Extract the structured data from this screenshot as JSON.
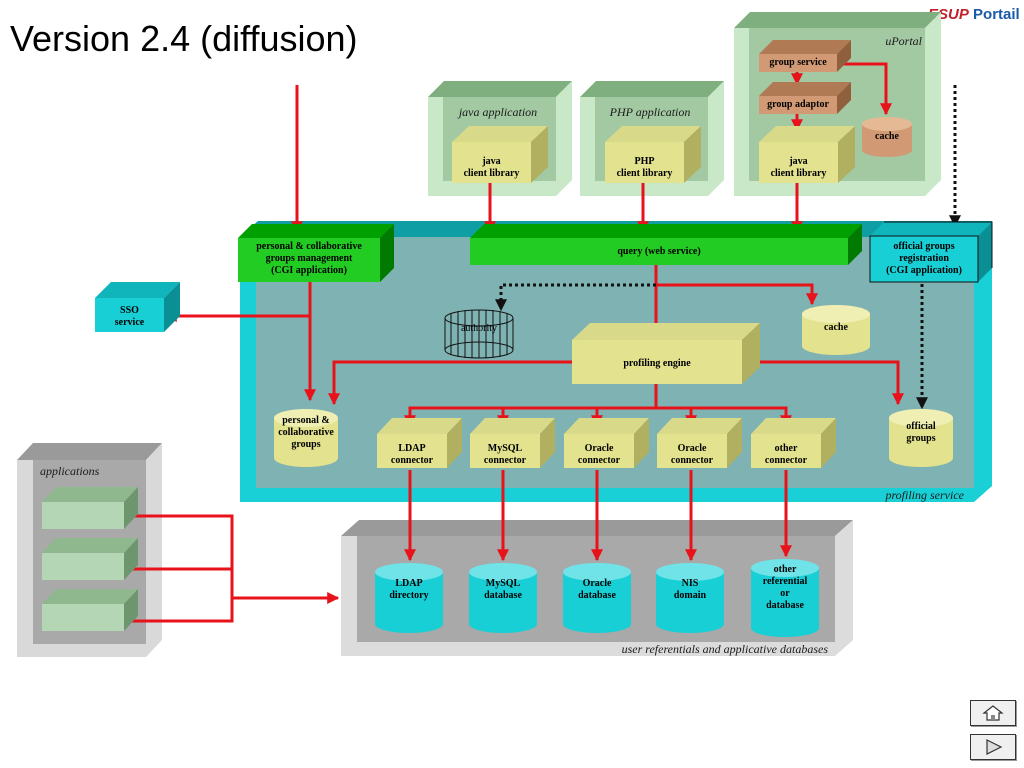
{
  "slide": {
    "title": "Version 2.4 (diffusion)",
    "logo": {
      "prefix": "ESUP",
      "suffix": " Portail"
    }
  },
  "uportal": {
    "label": "uPortal",
    "group_service": "group service",
    "group_adaptor": "group adaptor",
    "cache": "cache",
    "java_lib": [
      "java",
      "client library"
    ]
  },
  "java_app": {
    "label": "java application",
    "lib": [
      "java",
      "client library"
    ]
  },
  "php_app": {
    "label": "PHP application",
    "lib": [
      "PHP",
      "client library"
    ]
  },
  "profiling": {
    "label": "profiling service",
    "management": [
      "personal & collaborative",
      "groups management",
      "(CGI application)"
    ],
    "query": "query (web service)",
    "official_registration": [
      "official groups",
      "registration",
      "(CGI application)"
    ],
    "authority": "authority",
    "cache": "cache",
    "engine": "profiling engine",
    "personal_groups": [
      "personal &",
      "collaborative",
      "groups"
    ],
    "official_groups": [
      "official",
      "groups"
    ],
    "connectors": [
      [
        "LDAP",
        "connector"
      ],
      [
        "MySQL",
        "connector"
      ],
      [
        "Oracle",
        "connector"
      ],
      [
        "Oracle",
        "connector"
      ],
      [
        "other",
        "connector"
      ]
    ]
  },
  "sso": [
    "SSO",
    "service"
  ],
  "applications": {
    "label": "applications"
  },
  "databases": {
    "label": "user referentials and applicative databases",
    "items": [
      [
        "LDAP",
        "directory"
      ],
      [
        "MySQL",
        "database"
      ],
      [
        "Oracle",
        "database"
      ],
      [
        "NIS",
        "domain"
      ],
      [
        "other",
        "referential",
        "or",
        "database"
      ]
    ]
  },
  "nav": {
    "home_icon": "home-icon",
    "next_icon": "play-icon"
  },
  "colors": {
    "arrow": "#e8121b",
    "green": "#00a000",
    "teal": "#7fb2b2",
    "cyan": "#19cfd6",
    "yellow": "#e2e28f",
    "brown": "#d19a74"
  }
}
